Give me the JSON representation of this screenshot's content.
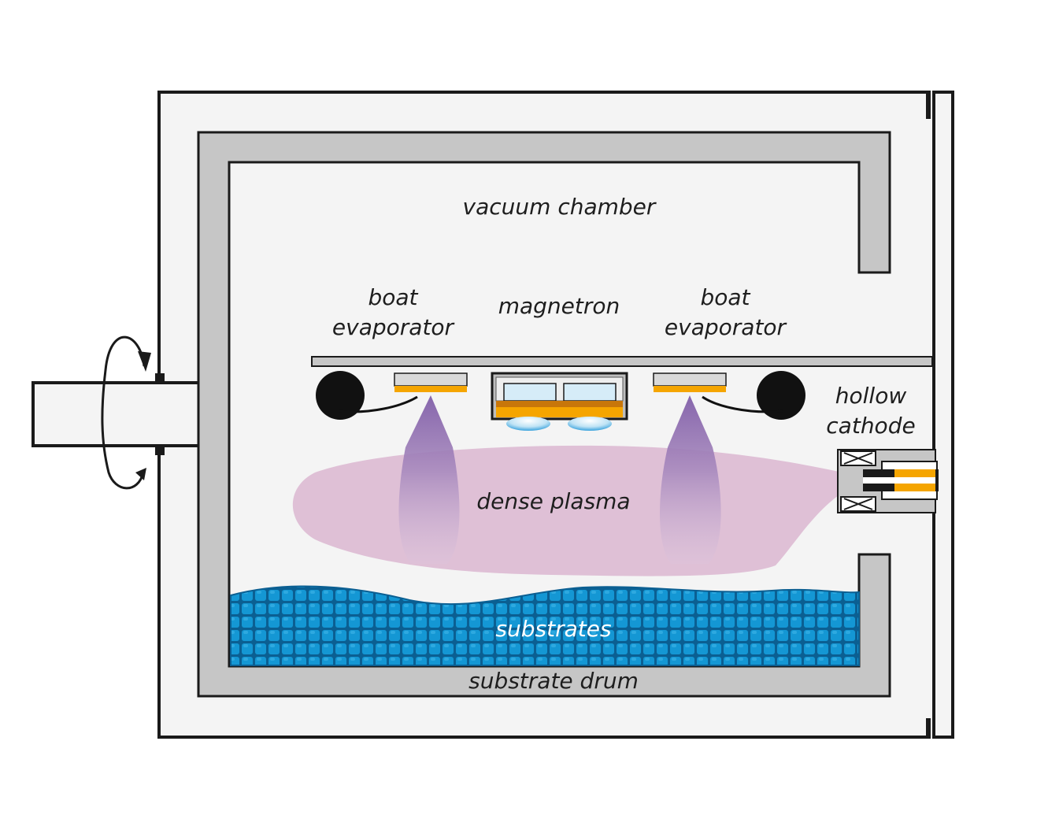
{
  "labels": {
    "vacuum_chamber": "vacuum chamber",
    "boat_left_1": "boat",
    "boat_left_2": "evaporator",
    "magnetron": "magnetron",
    "boat_right_1": "boat",
    "boat_right_2": "evaporator",
    "hollow_1": "hollow",
    "hollow_2": "cathode",
    "dense_plasma": "dense plasma",
    "substrates": "substrates",
    "substrate_drum": "substrate drum"
  },
  "colors": {
    "outline": "#1a1a1a",
    "chamber_fill": "#f4f4f4",
    "drum_gray": "#c6c6c6",
    "plasma": "#dfc0d6",
    "evaporant_purple": "#7e5aa6",
    "orange": "#f5a500",
    "substrate_blue": "#1497d4",
    "magnet_blue": "#d6ecf8"
  }
}
